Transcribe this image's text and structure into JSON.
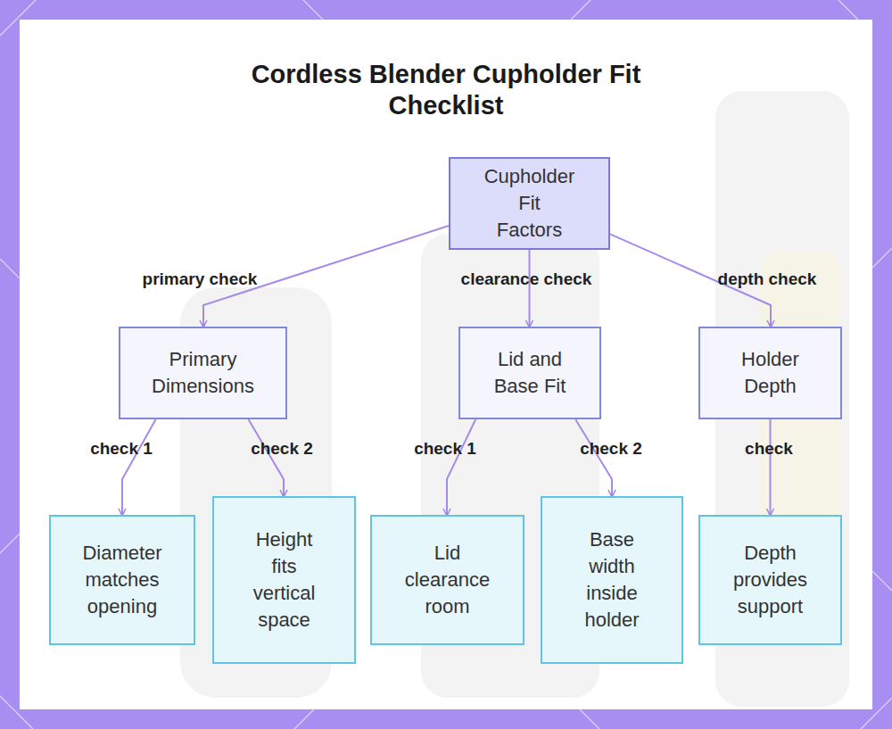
{
  "diagram": {
    "title": "Cordless Blender Cupholder Fit Checklist",
    "nodes": [
      {
        "text": [
          "Cupholder Fit Factors"
        ]
      },
      {
        "text": [
          "Primary Dimensions"
        ]
      },
      {
        "text": [
          "Lid and Base Fit"
        ]
      },
      {
        "text": [
          "Holder Depth"
        ]
      },
      {
        "text": [
          "Diameter matches opening"
        ]
      },
      {
        "text": [
          "Height fits vertical space"
        ]
      },
      {
        "text": [
          "Lid clearance room"
        ]
      },
      {
        "text": [
          "Base width inside holder"
        ]
      },
      {
        "text": [
          "Depth provides support"
        ]
      }
    ],
    "edges": [
      {
        "from": 0,
        "to": 1,
        "label": "primary check",
        "arrow": "to"
      },
      {
        "from": 0,
        "to": 2,
        "label": "clearance check",
        "arrow": "to"
      },
      {
        "from": 0,
        "to": 3,
        "label": "depth check",
        "arrow": "to"
      },
      {
        "from": 1,
        "to": 4,
        "label": "check 1",
        "arrow": "to"
      },
      {
        "from": 1,
        "to": 5,
        "label": "check 2",
        "arrow": "to"
      },
      {
        "from": 2,
        "to": 6,
        "label": "check 1",
        "arrow": "to"
      },
      {
        "from": 2,
        "to": 7,
        "label": "check 2",
        "arrow": "to"
      },
      {
        "from": 3,
        "to": 8,
        "label": "check",
        "arrow": "to"
      }
    ]
  }
}
